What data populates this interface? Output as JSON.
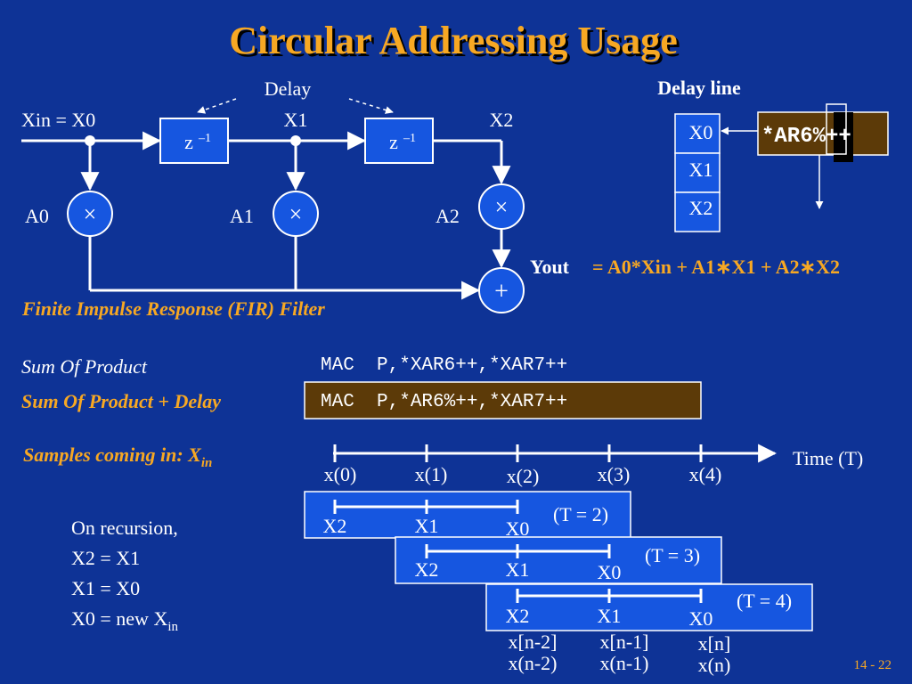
{
  "colors": {
    "background": "#0e3396",
    "title": "#f7a823",
    "accent": "#f7a823",
    "text": "#ffffff",
    "box": "#1656e0",
    "code_box": "#5c3a08",
    "line": "#ffffff"
  },
  "title": "Circular Addressing Usage",
  "fir": {
    "delay_label": "Delay",
    "input_label": "Xin = X0",
    "x1_label": "X1",
    "x2_label": "X2",
    "delay_box_1": "z",
    "delay_box_1_exp": "–1",
    "delay_box_2": "z",
    "delay_box_2_exp": "–1",
    "coef_0": "A0",
    "coef_1": "A1",
    "coef_2": "A2",
    "multiply_symbol": "×",
    "add_symbol": "+",
    "output_label": "Yout",
    "output_equation": "= A0*Xin + A1∗X1 + A2∗X2",
    "caption": "Finite Impulse Response (FIR) Filter"
  },
  "delay_line": {
    "title": "Delay line",
    "cells": [
      "X0",
      "X1",
      "X2"
    ],
    "pointer": "*AR6%++"
  },
  "code": {
    "sum_of_product_label": "Sum Of Product",
    "sum_of_product_code": "MAC  P,*XAR6++,*XAR7++",
    "sum_delay_label": "Sum Of Product + Delay",
    "sum_delay_code": "MAC  P,*AR6%++,*XAR7++"
  },
  "samples": {
    "label": "Samples coming in: X",
    "label_sub": "in",
    "axis_label": "Time (T)",
    "ticks": [
      "x(0)",
      "x(1)",
      "x(2)",
      "x(3)",
      "x(4)"
    ]
  },
  "windows": [
    {
      "time": "(T = 2)",
      "labels": [
        "X2",
        "X1",
        "X0"
      ]
    },
    {
      "time": "(T = 3)",
      "labels": [
        "X2",
        "X1",
        "X0"
      ]
    },
    {
      "time": "(T = 4)",
      "labels": [
        "X2",
        "X1",
        "X0"
      ]
    }
  ],
  "bottom_labels": {
    "bracket_row": [
      "x[n-2]",
      "x[n-1]",
      "x[n]"
    ],
    "paren_row": [
      "x(n-2)",
      "x(n-1)",
      "x(n)"
    ]
  },
  "recursion": {
    "line1": "On recursion,",
    "line2": "X2 = X1",
    "line3": "X1 = X0",
    "line4": "X0 = new X",
    "line4_sub": "in"
  },
  "page_number": "14 - 22"
}
